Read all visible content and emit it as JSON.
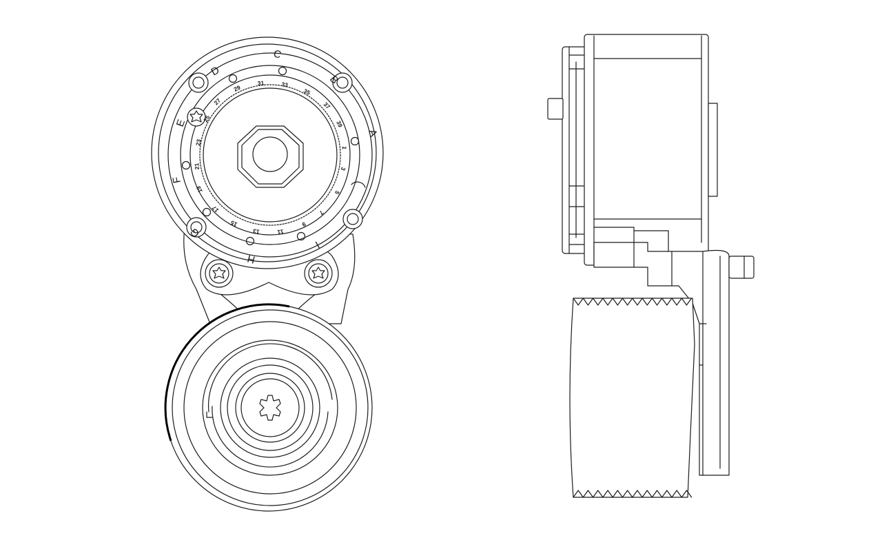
{
  "dial": {
    "letters": [
      "A",
      "B",
      "C",
      "D",
      "E",
      "F",
      "G",
      "H",
      "I"
    ],
    "numbers": [
      "1",
      "3",
      "5",
      "7",
      "9",
      "11",
      "13",
      "15",
      "17",
      "19",
      "21",
      "23",
      "25",
      "27",
      "29",
      "31",
      "33",
      "35",
      "37",
      "39"
    ]
  }
}
